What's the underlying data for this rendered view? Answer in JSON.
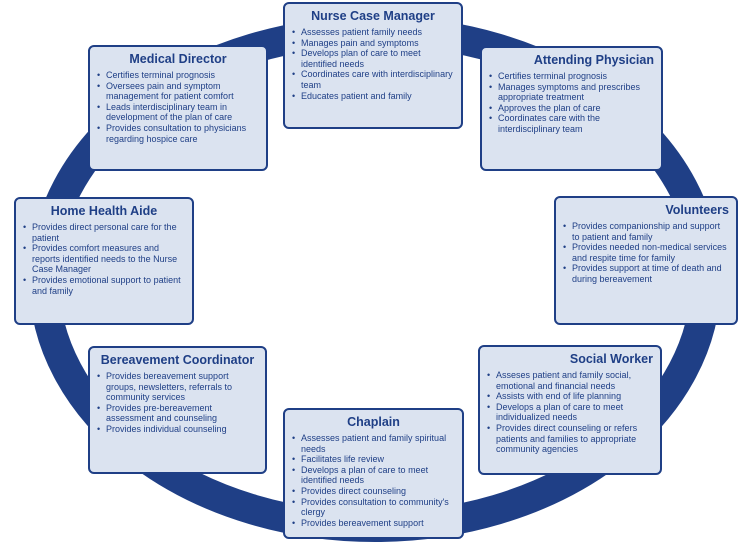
{
  "colors": {
    "ring": "#1f3f86",
    "card_fill": "#dbe3f0",
    "card_border": "#1f3f86",
    "text": "#1f3f86"
  },
  "roles": {
    "nurse_case_manager": {
      "title": "Nurse Case Manager",
      "items": [
        "Assesses patient family needs",
        "Manages pain and symptoms",
        "Develops plan of care to meet identified needs",
        "Coordinates care with interdisciplinary team",
        "Educates patient and family"
      ]
    },
    "medical_director": {
      "title": "Medical Director",
      "items": [
        "Certifies terminal prognosis",
        "Oversees pain and symptom management  for patient comfort",
        "Leads interdisciplinary team in development of the plan of care",
        "Provides consultation to physicians regarding hospice care"
      ]
    },
    "attending_physician": {
      "title": "Attending Physician",
      "items": [
        "Certifies terminal prognosis",
        "Manages symptoms and prescribes appropriate treatment",
        "Approves the plan of care",
        "Coordinates care with the interdisciplinary team"
      ]
    },
    "home_health_aide": {
      "title": "Home Health Aide",
      "items": [
        "Provides direct personal care for the patient",
        "Provides comfort measures and reports identified needs to the Nurse Case Manager",
        "Provides emotional support to patient and family"
      ]
    },
    "volunteers": {
      "title": "Volunteers",
      "items": [
        "Provides companionship and support to patient and family",
        "Provides needed non-medical services and respite time for family",
        "Provides support at time of death and during bereavement"
      ]
    },
    "bereavement_coordinator": {
      "title": "Bereavement Coordinator",
      "items": [
        "Provides bereavement support groups, newsletters, referrals to community services",
        "Provides pre-bereavement assessment and counseling",
        "Provides individual counseling"
      ]
    },
    "social_worker": {
      "title": "Social Worker",
      "items": [
        "Asseses patient and family social, emotional and financial needs",
        "Assists with end of life planning",
        "Develops a plan of care to meet individualized needs",
        "Provides direct counseling or refers patients and families to appropriate community agencies"
      ]
    },
    "chaplain": {
      "title": "Chaplain",
      "items": [
        "Assesses patient and family spiritual needs",
        "Facilitates life review",
        "Develops a plan of care to meet identified needs",
        "Provides direct counseling",
        "Provides consultation to community's clergy",
        "Provides bereavement support"
      ]
    }
  }
}
